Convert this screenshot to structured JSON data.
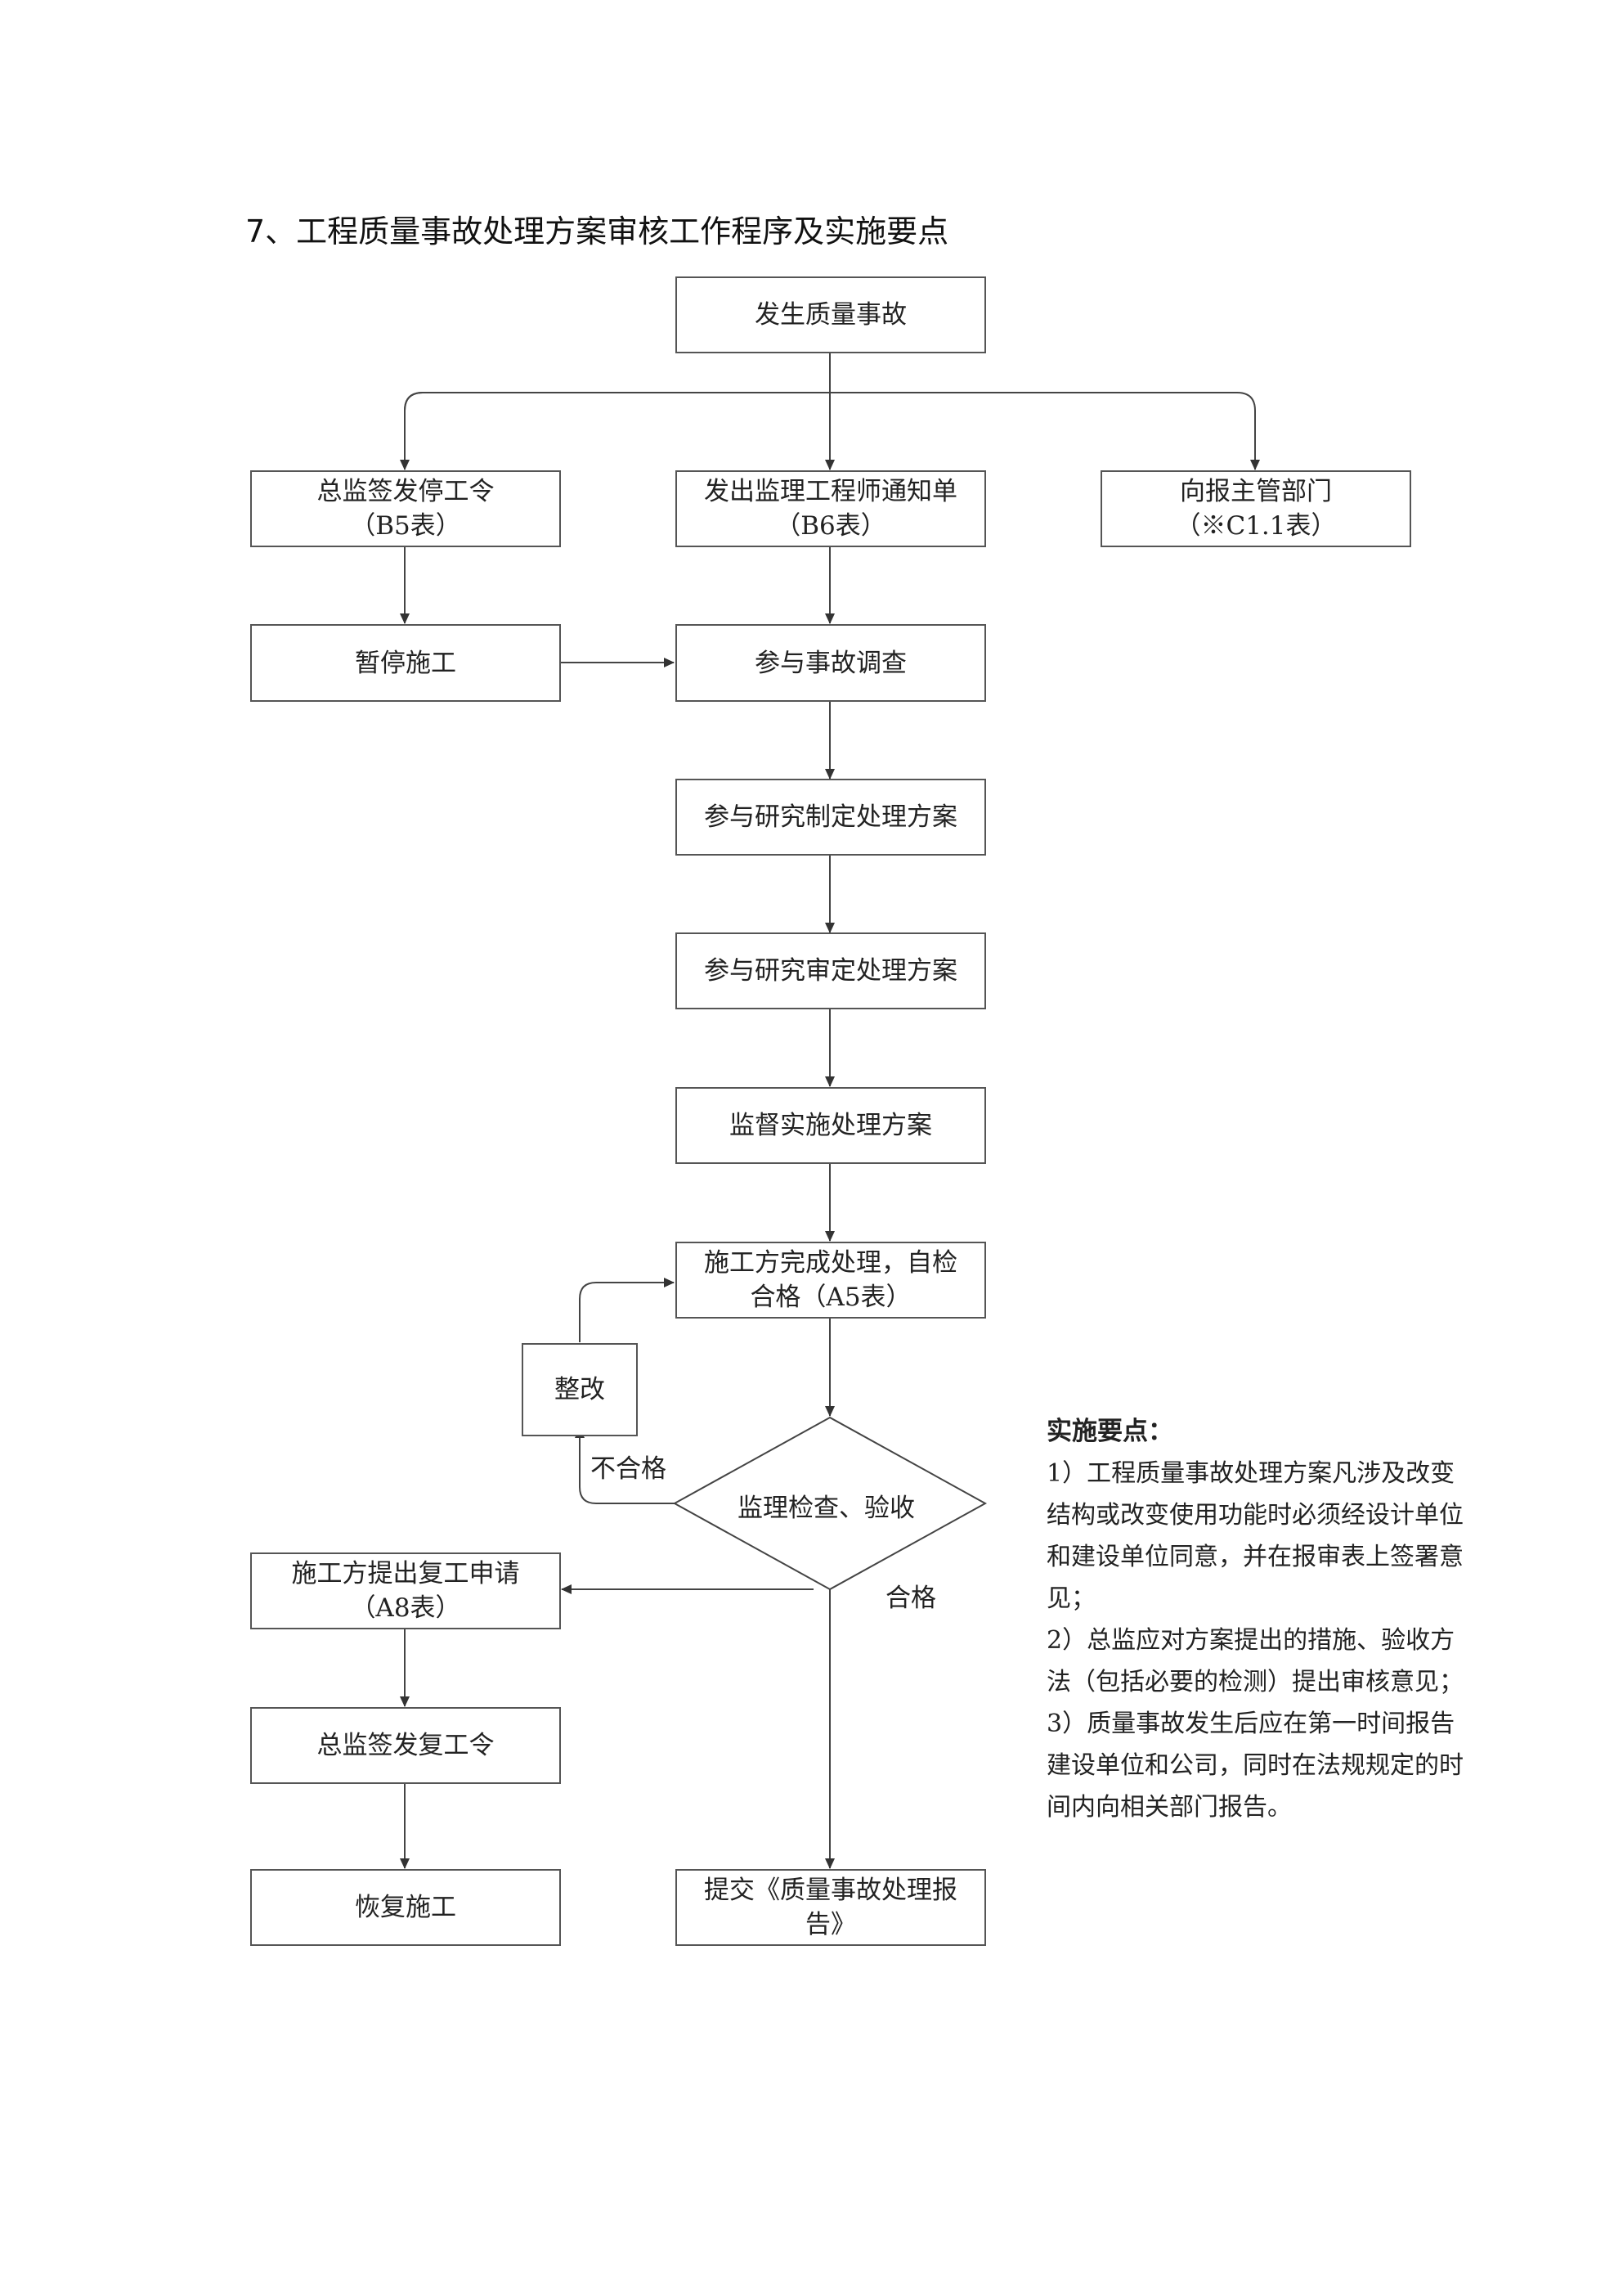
{
  "title": "7、工程质量事故处理方案审核工作程序及实施要点",
  "nodes": {
    "accident": "发生质量事故",
    "stop_order": {
      "line1": "总监签发停工令",
      "line2": "（B5表）"
    },
    "engineer_notice": {
      "line1": "发出监理工程师通知单",
      "line2": "（B6表）"
    },
    "report_dept": {
      "line1": "向报主管部门",
      "line2": "（※C1.1表）"
    },
    "suspend": "暂停施工",
    "investigate": "参与事故调查",
    "formulate": "参与研究制定处理方案",
    "review": "参与研究审定处理方案",
    "supervise": "监督实施处理方案",
    "contractor_done": {
      "line1": "施工方完成处理，自检",
      "line2": "合格（A5表）"
    },
    "rectify": "整改",
    "inspect": "监理检查、验收",
    "resume_apply": {
      "line1": "施工方提出复工申请",
      "line2": "（A8表）"
    },
    "resume_order": "总监签发复工令",
    "resume": "恢复施工",
    "submit_report": {
      "line1": "提交《质量事故处理报",
      "line2": "告》"
    }
  },
  "edge_labels": {
    "fail": "不合格",
    "pass": "合格"
  },
  "notes": {
    "title": "实施要点：",
    "items": [
      "1）工程质量事故处理方案凡涉及改变结构或改变使用功能时必须经设计单位和建设单位同意，并在报审表上签署意见；",
      "2）总监应对方案提出的措施、验收方法（包括必要的检测）提出审核意见；",
      "3）质量事故发生后应在第一时间报告建设单位和公司，同时在法规规定的时间内向相关部门报告。"
    ]
  }
}
